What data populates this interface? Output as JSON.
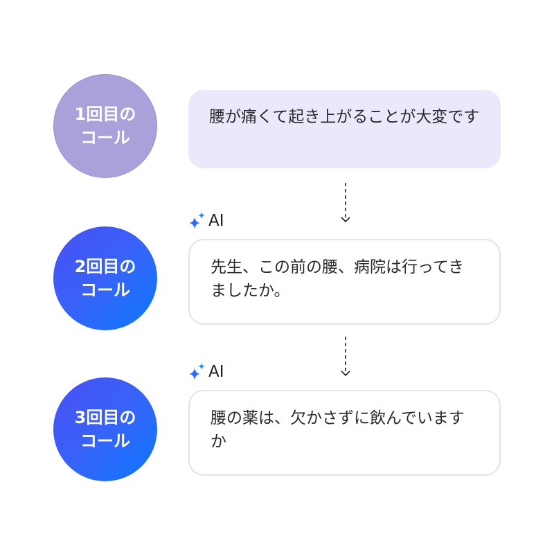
{
  "steps": [
    {
      "call_label_line1": "1回目の",
      "call_label_line2": "コール",
      "speaker": "",
      "message": "腰が痛くて起き上がることが大変です"
    },
    {
      "call_label_line1": "2回目の",
      "call_label_line2": "コール",
      "speaker": "AI",
      "message": "先生、この前の腰、病院は行ってきましたか。"
    },
    {
      "call_label_line1": "3回目の",
      "call_label_line2": "コール",
      "speaker": "AI",
      "message": "腰の薬は、欠かさずに飲んでいますか"
    }
  ],
  "colors": {
    "first_call_circle": "#a9a1da",
    "ai_call_gradient_start": "#4a4ff5",
    "ai_call_gradient_end": "#0a78ff",
    "user_bubble": "#ebe8fc",
    "ai_bubble_border": "#e3e3e3",
    "sparkle": "#2f6bff"
  },
  "icons": {
    "ai_badge": "sparkle-icon",
    "connector": "dashed-arrow-down-icon"
  }
}
